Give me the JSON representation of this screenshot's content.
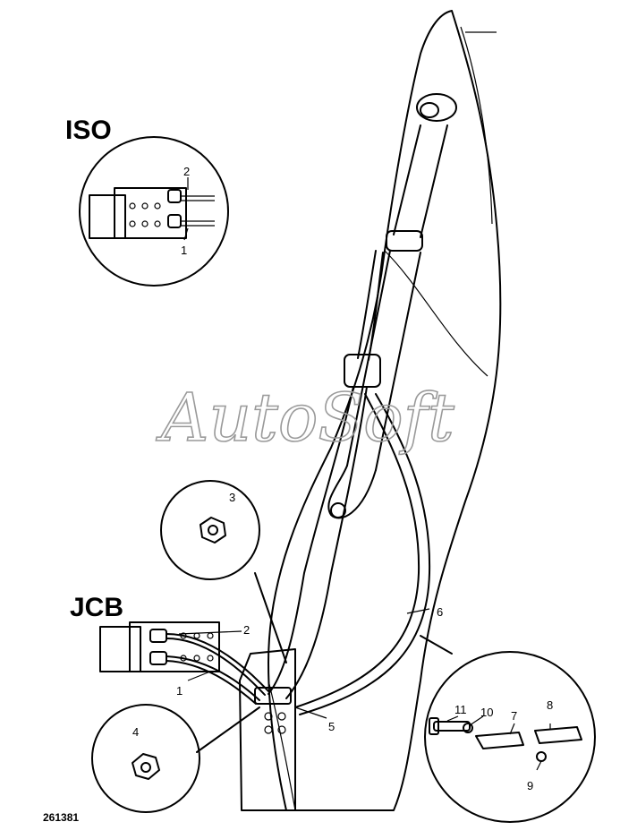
{
  "labels": {
    "iso": "ISO",
    "jcb": "JCB",
    "watermark": "AutoSoft",
    "ref_number": "261381"
  },
  "callouts": [
    "1",
    "2",
    "3",
    "4",
    "5",
    "6",
    "7",
    "8",
    "9",
    "10",
    "11"
  ]
}
